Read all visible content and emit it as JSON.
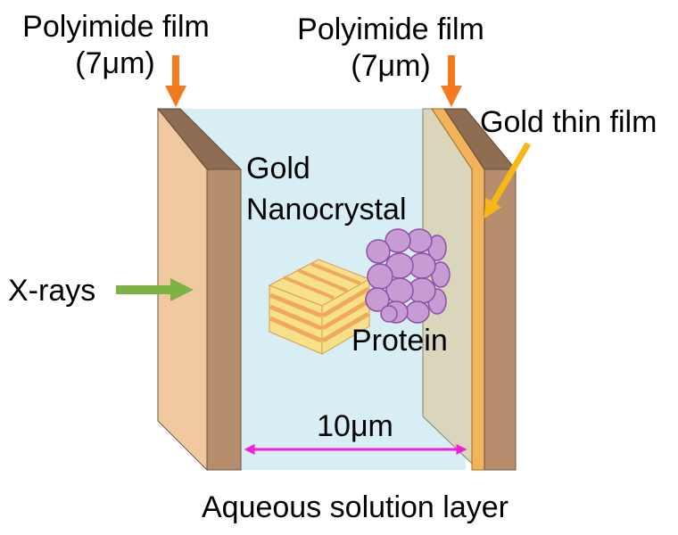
{
  "labels": {
    "left_film": {
      "line1": "Polyimide film",
      "line2": "(7μm)"
    },
    "right_film": {
      "line1": "Polyimide film",
      "line2": "(7μm)"
    },
    "gold_thin_film": "Gold thin film",
    "gold_nanocrystal": {
      "line1": "Gold",
      "line2": "Nanocrystal"
    },
    "x_rays": "X-rays",
    "protein": "Protein",
    "gap": "10μm",
    "aqueous_layer": "Aqueous solution layer"
  },
  "colors": {
    "solution": "#d6eef4",
    "film_front": "#f1c9a0",
    "film_side": "#b68e6d",
    "film_top": "#8e6d52",
    "right_film_front": "#d9d6bc",
    "gold_film": "#f2b45a",
    "arrow_orange": "#f47a20",
    "arrow_yellow": "#f6b717",
    "arrow_green": "#7db343",
    "arrow_magenta": "#f21fd8",
    "protein": "#c79bd3",
    "protein_edge": "#8c4fa3",
    "crystal_yellow": "#f7e08a",
    "crystal_orange": "#f0a95a"
  },
  "icons": {
    "x_ray_arrow": "arrow-right-icon",
    "film_arrow": "arrow-down-icon",
    "gap_arrow": "double-arrow-icon"
  }
}
